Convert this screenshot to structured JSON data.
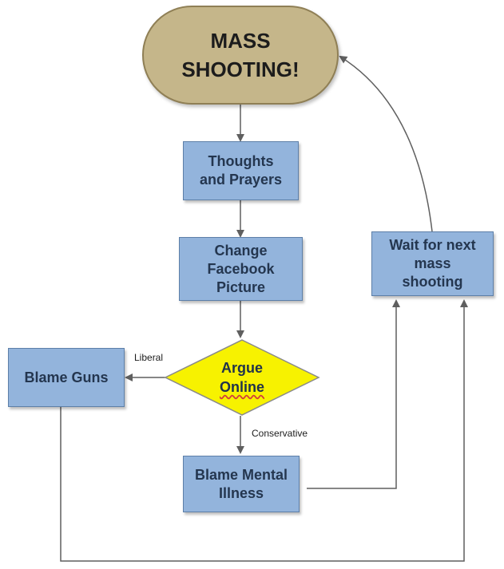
{
  "nodes": {
    "start": "MASS\nSHOOTING!",
    "thoughts": "Thoughts\nand Prayers",
    "facebook": "Change\nFacebook\nPicture",
    "argue_line1": "Argue",
    "argue_line2": "Online",
    "guns": "Blame Guns",
    "mental": "Blame Mental\nIllness",
    "wait": "Wait for next\nmass\nshooting"
  },
  "edge_labels": {
    "liberal": "Liberal",
    "conservative": "Conservative"
  },
  "colors": {
    "box_fill": "#93b4dc",
    "start_fill": "#c5b68a",
    "diamond_fill": "#f7f200",
    "line": "#5f5f5f"
  }
}
